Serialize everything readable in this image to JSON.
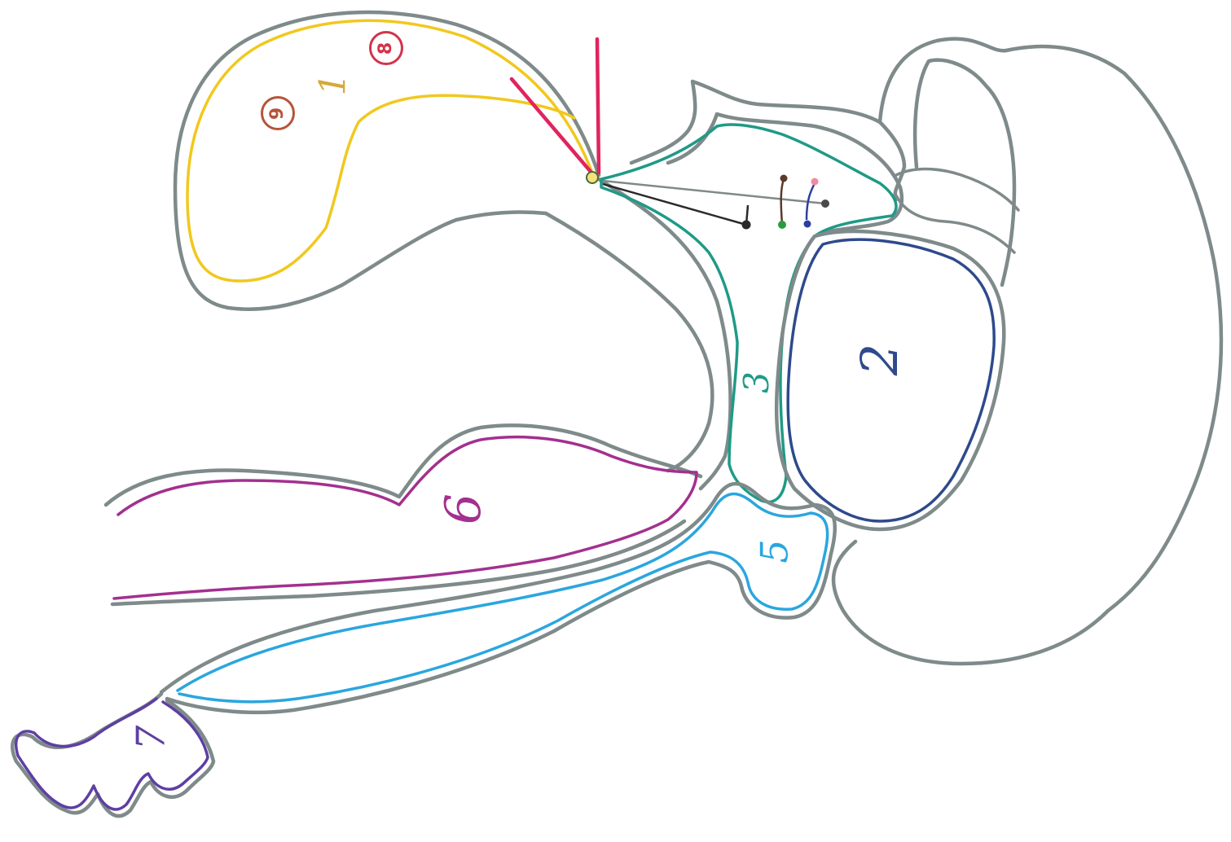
{
  "diagram": {
    "labels": [
      {
        "id": "label-2",
        "text": "2",
        "color": "#2e4a8c"
      },
      {
        "id": "label-3",
        "text": "3",
        "color": "#1f9a86"
      },
      {
        "id": "label-5",
        "text": "5",
        "color": "#2aa6df"
      },
      {
        "id": "label-6",
        "text": "6",
        "color": "#a3308f"
      },
      {
        "id": "label-7",
        "text": "7",
        "color": "#5d3fa3"
      },
      {
        "id": "label-1",
        "text": "1",
        "color": "#d6a93a"
      },
      {
        "id": "label-8",
        "text": "8",
        "color": "#d2344a"
      },
      {
        "id": "label-9",
        "text": "9",
        "color": "#b5553a"
      }
    ],
    "colors": {
      "outline": "#7f8a8a",
      "region_1_yellow": "#f1c81e",
      "region_2_navy": "#2e4a8c",
      "region_3_teal": "#1f9a86",
      "region_5_blue": "#2aa6df",
      "region_6_purple": "#a3308f",
      "region_7_violet": "#5d3fa3",
      "pointer_red": "#e0245e",
      "pin_black": "#2a2a2a",
      "pin_brown": "#5a3a2a",
      "pin_green": "#2b9a3e",
      "pin_pink": "#f08aa0",
      "pin_blue": "#2c3ea0",
      "pin_grey": "#4a4a4a"
    }
  }
}
